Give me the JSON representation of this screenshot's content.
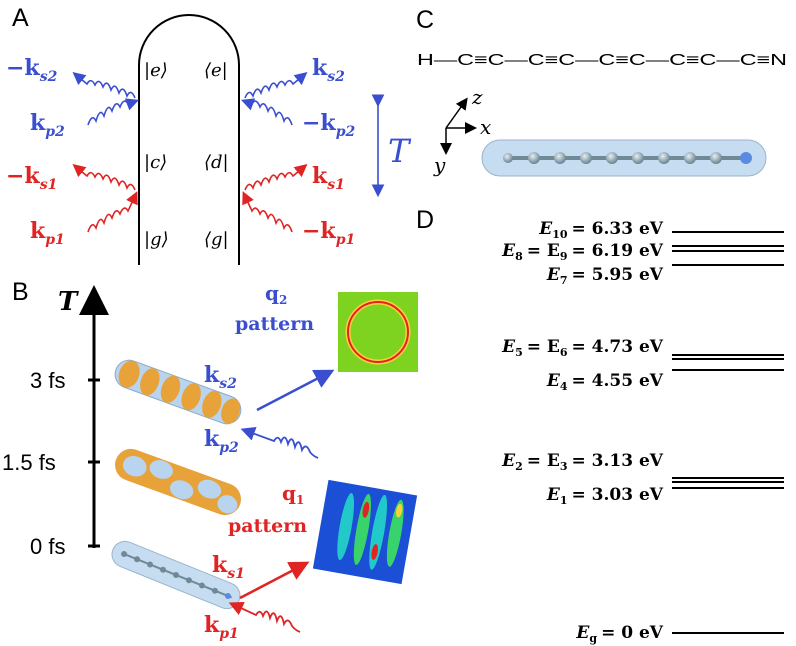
{
  "colors": {
    "blue": "#3a4fd0",
    "red": "#e02424",
    "orbital_orange": "#e8a23a",
    "orbital_light_blue": "#b8d4ef",
    "q2_background": "#7ed321",
    "q1_background": "#1a4fd6"
  },
  "panels": {
    "a": "A",
    "b": "B",
    "c": "C",
    "d": "D"
  },
  "panel_a": {
    "bra_ket_left": [
      "|e⟩",
      "|c⟩",
      "|g⟩"
    ],
    "bra_ket_right": [
      "⟨e|",
      "⟨d|",
      "⟨g|"
    ],
    "left_labels": {
      "ks2": "−k",
      "ks2_sub": "s2",
      "kp2": "k",
      "kp2_sub": "p2",
      "ks1": "−k",
      "ks1_sub": "s1",
      "kp1": "k",
      "kp1_sub": "p1"
    },
    "right_labels": {
      "ks2": "k",
      "ks2_sub": "s2",
      "kp2": "−k",
      "kp2_sub": "p2",
      "ks1": "k",
      "ks1_sub": "s1",
      "kp1": "−k",
      "kp1_sub": "p1"
    },
    "delay_label": "T"
  },
  "panel_b": {
    "axis_label": "T",
    "ticks": [
      "3 fs",
      "1.5 fs",
      "0 fs"
    ],
    "q2_label": "q",
    "q2_sub": "2",
    "q2_pattern": "pattern",
    "q1_label": "q",
    "q1_sub": "1",
    "q1_pattern": "pattern",
    "ks2": "k",
    "ks2_sub": "s2",
    "kp2": "k",
    "kp2_sub": "p2",
    "ks1": "k",
    "ks1_sub": "s1",
    "kp1": "k",
    "kp1_sub": "p1"
  },
  "panel_c": {
    "formula": "H—C≡C—C≡C—C≡C—C≡C—C≡N",
    "axes": {
      "x": "x",
      "y": "y",
      "z": "z"
    }
  },
  "panel_d": {
    "levels": [
      {
        "label": "E",
        "sub": "10",
        "eq": "= 6.33 eV",
        "value_ev": 6.33
      },
      {
        "label": "E",
        "sub": "8",
        "eq": "= E",
        "sub2": "9",
        "eq2": "= 6.19 eV",
        "value_ev": 6.19
      },
      {
        "label": "E",
        "sub": "7",
        "eq": "= 5.95 eV",
        "value_ev": 5.95
      },
      {
        "label": "E",
        "sub": "5",
        "eq": "= E",
        "sub2": "6",
        "eq2": "= 4.73 eV",
        "value_ev": 4.73
      },
      {
        "label": "E",
        "sub": "4",
        "eq": "= 4.55 eV",
        "value_ev": 4.55
      },
      {
        "label": "E",
        "sub": "2",
        "eq": "= E",
        "sub2": "3",
        "eq2": "= 3.13 eV",
        "value_ev": 3.13
      },
      {
        "label": "E",
        "sub": "1",
        "eq": "= 3.03 eV",
        "value_ev": 3.03
      },
      {
        "label": "E",
        "sub": "g",
        "eq": "= 0 eV",
        "value_ev": 0
      }
    ]
  }
}
